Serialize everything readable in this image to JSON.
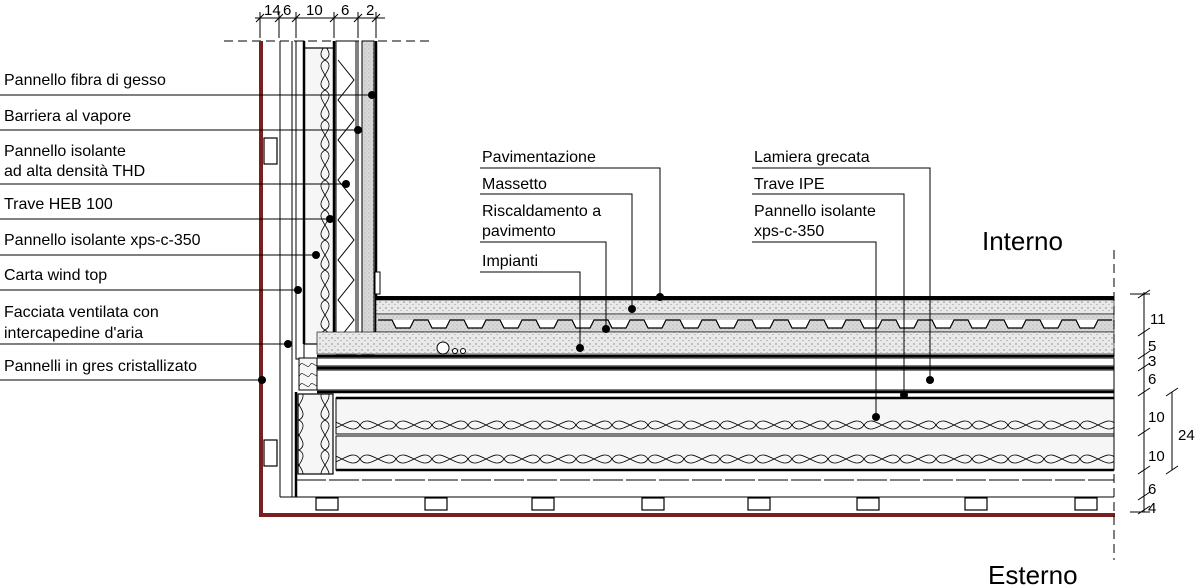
{
  "wall_labels": [
    "Pannello fibra di gesso",
    "Barriera al vapore",
    [
      "Pannello isolante",
      "ad alta densità THD"
    ],
    "Trave HEB 100",
    "Pannello isolante xps-c-350",
    "Carta wind top",
    [
      "Facciata ventilata con",
      "intercapedine d'aria"
    ],
    "Pannelli in gres cristallizato"
  ],
  "floor_labels_left": [
    "Pavimentazione",
    "Massetto",
    [
      "Riscaldamento a",
      "pavimento"
    ],
    "Impianti"
  ],
  "floor_labels_right": [
    "Lamiera grecata",
    "Trave IPE",
    [
      "Pannello isolante",
      "xps-c-350"
    ]
  ],
  "zones": {
    "interior": "Interno",
    "exterior": "Esterno"
  },
  "top_dimensions": [
    "14",
    "6",
    "10",
    "6",
    "2"
  ],
  "right_dimensions": [
    "11",
    "5",
    "3",
    "6",
    "10",
    "10",
    "6",
    "4"
  ],
  "total_dimension": "24",
  "colors": {
    "line": "#000000",
    "cladding": "#7a1f1f",
    "screed": "#e6e6e6",
    "insulation": "#f4f4f4"
  }
}
